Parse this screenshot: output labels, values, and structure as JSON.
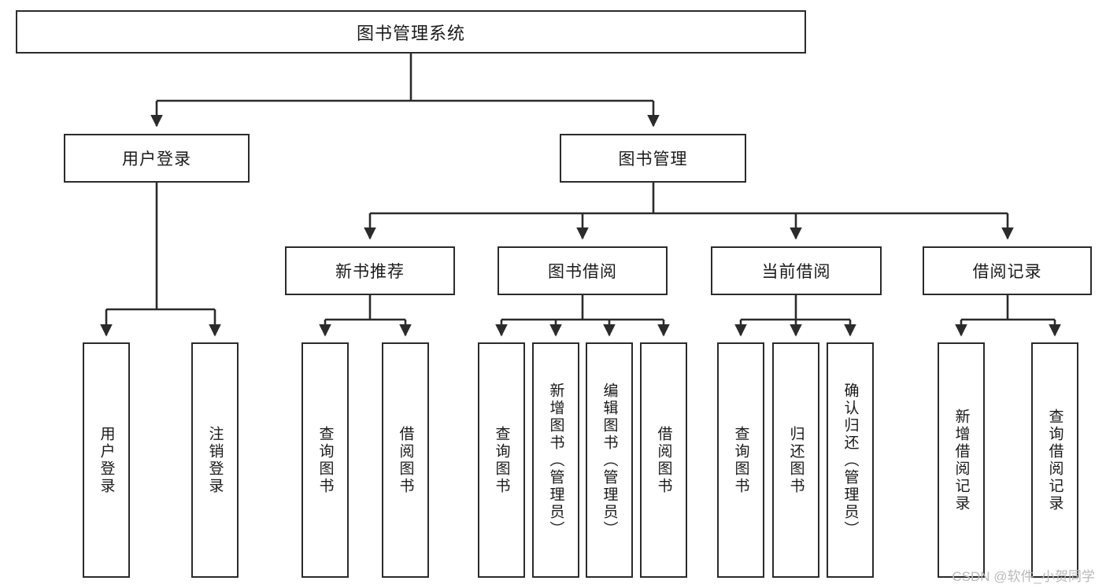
{
  "diagram": {
    "title": "图书管理系统",
    "watermark": "CSDN @软件_小贺同学",
    "line_color": "#2b2b2b",
    "box_fill": "#ffffff",
    "text_color": "#1a1a1a",
    "level2": [
      {
        "label": "用户登录"
      },
      {
        "label": "图书管理"
      }
    ],
    "level3": [
      {
        "label": "新书推荐"
      },
      {
        "label": "图书借阅"
      },
      {
        "label": "当前借阅"
      },
      {
        "label": "借阅记录"
      }
    ],
    "leaves": {
      "user_login": [
        {
          "label": "用户登录"
        },
        {
          "label": "注销登录"
        }
      ],
      "new_book": [
        {
          "label": "查询图书"
        },
        {
          "label": "借阅图书"
        }
      ],
      "book_borrow": [
        {
          "label": "查询图书"
        },
        {
          "label": "新增图书（管理员）"
        },
        {
          "label": "编辑图书（管理员）"
        },
        {
          "label": "借阅图书"
        }
      ],
      "current_borrow": [
        {
          "label": "查询图书"
        },
        {
          "label": "归还图书"
        },
        {
          "label": "确认归还（管理员）"
        }
      ],
      "borrow_record": [
        {
          "label": "新增借阅记录"
        },
        {
          "label": "查询借阅记录"
        }
      ]
    }
  }
}
